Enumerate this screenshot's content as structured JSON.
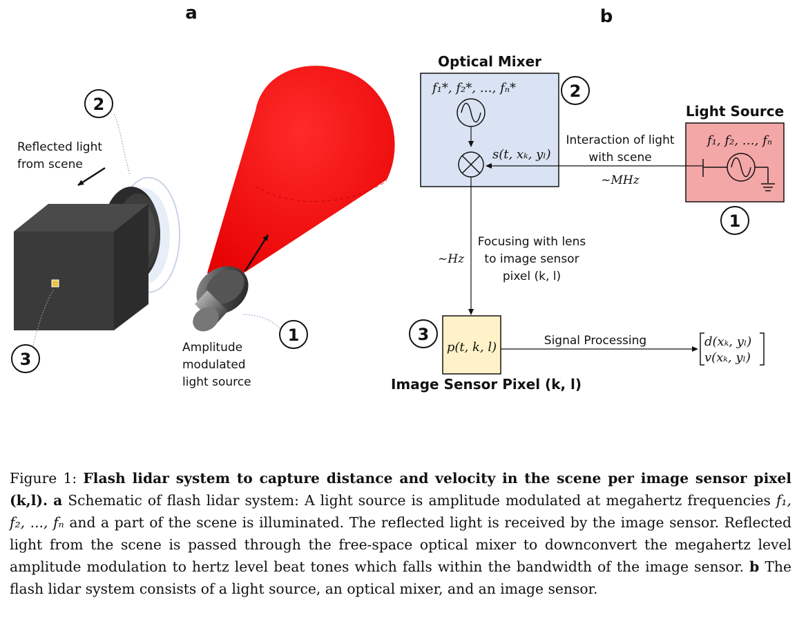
{
  "panel_a": {
    "letter": "a",
    "reflected_label_line1": "Reflected light",
    "reflected_label_line2": "from scene",
    "source_label_line1": "Amplitude",
    "source_label_line2": "modulated",
    "source_label_line3": "light source",
    "marker_1": "1",
    "marker_2": "2",
    "marker_3": "3"
  },
  "panel_b": {
    "letter": "b",
    "optical_mixer_title": "Optical Mixer",
    "mixer_freqs": "f₁*, f₂*, …, fₙ*",
    "signal_s": "s(t, xₖ, yₗ)",
    "light_source_title": "Light Source",
    "source_freqs": "f₁, f₂, …, fₙ",
    "interaction_line1": "Interaction of light",
    "interaction_line2": "with scene",
    "mhz_label": "~MHz",
    "hz_label": "~Hz",
    "focus_line1": "Focusing with lens",
    "focus_line2": "to image sensor",
    "focus_line3": "pixel (k, l)",
    "pixel_signal": "p(t, k, l)",
    "signal_processing": "Signal Processing",
    "output_d": "d(xₖ, yₗ)",
    "output_v": "v(xₖ, yₗ)",
    "sensor_title": "Image Sensor Pixel (k, l)",
    "marker_1": "1",
    "marker_2": "2",
    "marker_3": "3"
  },
  "colors": {
    "mixer_box": "#dae3f3",
    "source_box": "#f4a7a7",
    "sensor_box": "#fff2c8",
    "beam": "#ff0000",
    "camera": "#3a3a3a"
  },
  "caption": {
    "prefix": "Figure 1: ",
    "title": "Flash lidar system to capture distance and velocity in the scene per image sensor pixel (k,l).",
    "a_label": "a",
    "text_a_1": "Schematic of flash lidar system: A light source is amplitude modulated at megahertz frequencies",
    "text_a_freqs": "f₁, f₂, ..., fₙ",
    "text_a_2": "and a part of the scene is illuminated. The reflected light is received by the image sensor. Reflected light from the scene is passed through the free-space optical mixer to downconvert the megahertz level amplitude modulation to hertz level beat tones which falls within the bandwidth of the image sensor.",
    "b_label": "b",
    "text_b": "The flash lidar system consists of a light source, an optical mixer, and an image sensor."
  }
}
